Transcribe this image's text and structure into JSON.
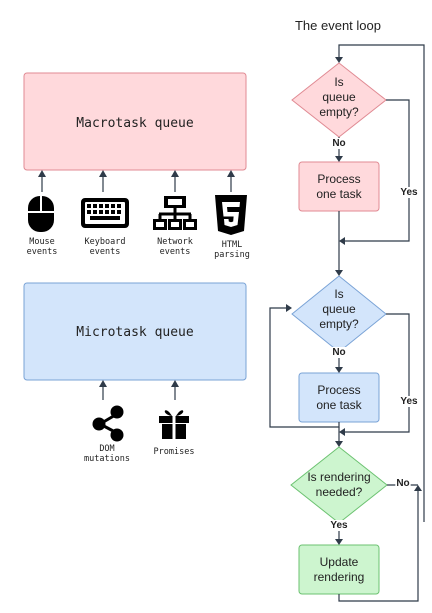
{
  "title": "The event loop",
  "macrotask": {
    "label": "Macrotask queue",
    "sources": [
      {
        "icon": "mouse-icon",
        "line1": "Mouse",
        "line2": "events"
      },
      {
        "icon": "keyboard-icon",
        "line1": "Keyboard",
        "line2": "events"
      },
      {
        "icon": "network-icon",
        "line1": "Network",
        "line2": "events"
      },
      {
        "icon": "html5-icon",
        "line1": "HTML",
        "line2": "parsing"
      }
    ]
  },
  "microtask": {
    "label": "Microtask queue",
    "sources": [
      {
        "icon": "share-icon",
        "line1": "DOM",
        "line2": "mutations"
      },
      {
        "icon": "gift-icon",
        "line1": "Promises",
        "line2": ""
      }
    ]
  },
  "flow": {
    "decision1": [
      "Is",
      "queue",
      "empty?"
    ],
    "process1": [
      "Process",
      "one task"
    ],
    "decision2": [
      "Is",
      "queue",
      "empty?"
    ],
    "process2": [
      "Process",
      "one task"
    ],
    "decision3": [
      "Is rendering",
      "needed?"
    ],
    "update": [
      "Update",
      "rendering"
    ],
    "no": "No",
    "yes": "Yes"
  },
  "colors": {
    "macro_fill": "#ffd9dc",
    "macro_stroke": "#e08a93",
    "micro_fill": "#d3e5fb",
    "micro_stroke": "#7aa3d6",
    "render_fill": "#cdf5cf",
    "render_stroke": "#6cc271",
    "line": "#2f3b49"
  }
}
